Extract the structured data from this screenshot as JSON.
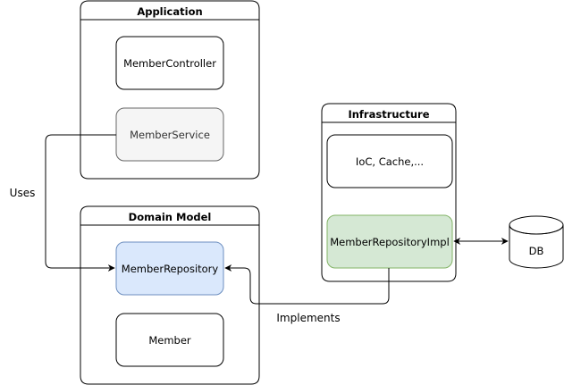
{
  "containers": {
    "application": {
      "title": "Application"
    },
    "domain_model": {
      "title": "Domain Model"
    },
    "infrastructure": {
      "title": "Infrastructure"
    }
  },
  "nodes": {
    "member_controller": {
      "label": "MemberController"
    },
    "member_service": {
      "label": "MemberService",
      "fill": "#f5f5f5",
      "stroke": "#666666"
    },
    "member_repository": {
      "label": "MemberRepository",
      "fill": "#dae8fc",
      "stroke": "#6c8ebf"
    },
    "member": {
      "label": "Member"
    },
    "ioc_cache": {
      "label": "IoC, Cache,..."
    },
    "member_repository_impl": {
      "label": "MemberRepositoryImpl",
      "fill": "#d5e8d4",
      "stroke": "#82b366"
    },
    "db": {
      "label": "DB"
    }
  },
  "edges": {
    "uses": {
      "label": "Uses"
    },
    "implements": {
      "label": "Implements"
    }
  }
}
